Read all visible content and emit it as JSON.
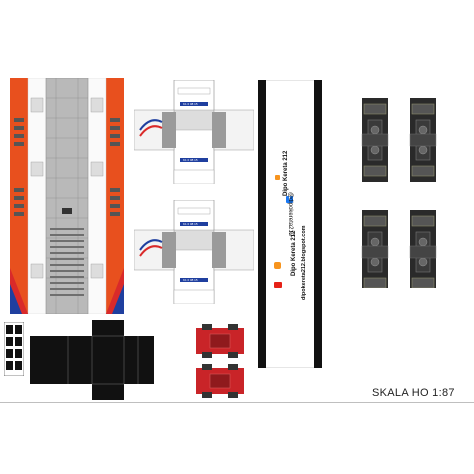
{
  "sheet": {
    "scale_label": "SKALA HO 1:87",
    "credit_name": "Dipo Kereta 212",
    "credit_handle": "@dipokereta212",
    "credit_blog": "dipokereta212.blogspot.com",
    "unit_number_1": "K1 0 08 15",
    "unit_number_2": "K1 0 08 15",
    "unit_number_3": "K1 0 08 15",
    "unit_number_4": "K1 0 08 15"
  },
  "colors": {
    "orange": "#e8501e",
    "blue": "#1f3f9f",
    "grey": "#b8b8b8",
    "black": "#111111",
    "bogie_red": "#c92428"
  },
  "icons": [
    "facebook-icon",
    "instagram-icon",
    "youtube-icon"
  ]
}
